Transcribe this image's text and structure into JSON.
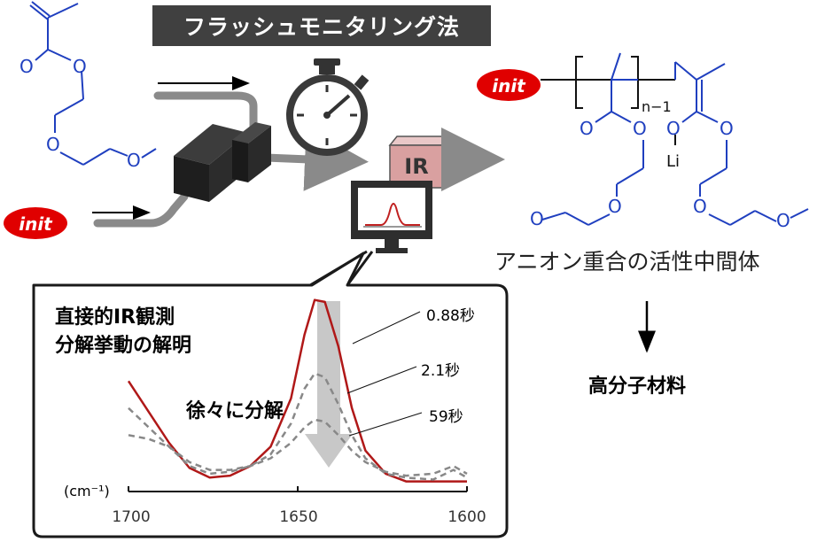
{
  "title": "フラッシュモニタリング法",
  "badge": "init",
  "ir_label": "IR",
  "intermediate_label": "アニオン重合の活性中間体",
  "product_label": "高分子材料",
  "panel": {
    "title_line1": "直接的IR観測",
    "title_line2": "分解挙動の解明",
    "decomposition_label": "徐々に分解"
  },
  "structure": {
    "atom_O": "O",
    "atom_Li": "Li",
    "repeat_subscript": "n−1"
  },
  "colors": {
    "molecule": "#1f3fbf",
    "badge": "#e00000",
    "ir_box": "#d9a0a0",
    "spectrum_main": "#b01818",
    "spectrum_dashed": "#888888",
    "title_bg": "#404040"
  },
  "chart_data": {
    "type": "line",
    "xlabel": "(cm⁻¹)",
    "ticks": [
      "1700",
      "1650",
      "1600"
    ],
    "xlim": [
      1700,
      1600
    ],
    "ylim": [
      0,
      1
    ],
    "series": [
      {
        "name": "0.88秒",
        "style": "solid",
        "x": [
          1700,
          1694,
          1688,
          1682,
          1676,
          1670,
          1664,
          1658,
          1652,
          1648,
          1645,
          1642,
          1638,
          1634,
          1630,
          1624,
          1618,
          1610,
          1604,
          1600
        ],
        "y": [
          0.54,
          0.38,
          0.22,
          0.09,
          0.04,
          0.05,
          0.1,
          0.2,
          0.45,
          0.78,
          0.96,
          0.95,
          0.72,
          0.4,
          0.18,
          0.06,
          0.02,
          0.02,
          0.02,
          0.02
        ]
      },
      {
        "name": "2.1秒",
        "style": "dashed",
        "x": [
          1700,
          1694,
          1688,
          1682,
          1676,
          1670,
          1664,
          1658,
          1652,
          1648,
          1645,
          1642,
          1638,
          1634,
          1630,
          1624,
          1618,
          1610,
          1604,
          1600
        ],
        "y": [
          0.4,
          0.3,
          0.2,
          0.1,
          0.06,
          0.07,
          0.1,
          0.16,
          0.32,
          0.5,
          0.58,
          0.56,
          0.42,
          0.26,
          0.14,
          0.06,
          0.04,
          0.03,
          0.08,
          0.04
        ]
      },
      {
        "name": "59秒",
        "style": "dashed",
        "x": [
          1700,
          1694,
          1688,
          1682,
          1676,
          1670,
          1664,
          1658,
          1652,
          1648,
          1645,
          1642,
          1638,
          1634,
          1630,
          1624,
          1618,
          1610,
          1604,
          1600
        ],
        "y": [
          0.26,
          0.24,
          0.2,
          0.12,
          0.08,
          0.08,
          0.1,
          0.14,
          0.22,
          0.3,
          0.34,
          0.33,
          0.26,
          0.18,
          0.12,
          0.07,
          0.05,
          0.06,
          0.1,
          0.06
        ]
      }
    ]
  }
}
